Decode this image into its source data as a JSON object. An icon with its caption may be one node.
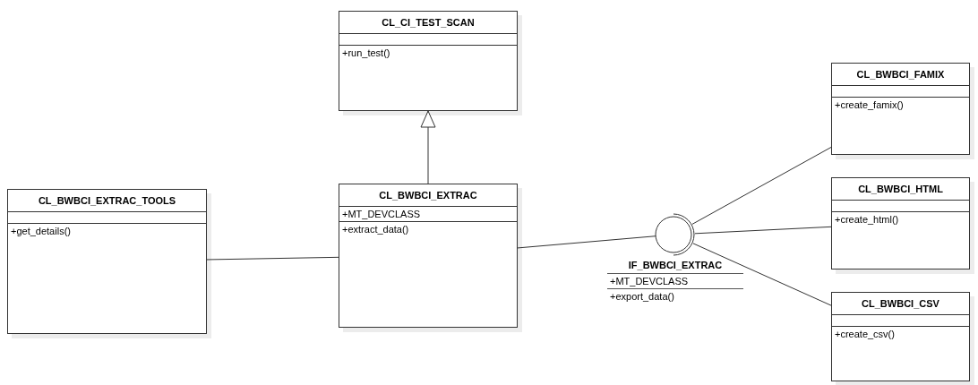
{
  "diagram": {
    "nodes": [
      {
        "text": [
          "CL_CI_TEST_SCAN",
          "+run_test()"
        ]
      },
      {
        "text": [
          "CL_BWBCI_EXTRAC_TOOLS",
          "+get_details()"
        ]
      },
      {
        "text": [
          "CL_BWBCI_EXTRAC",
          "+MT_DEVCLASS",
          "+extract_data()"
        ]
      },
      {
        "text": [
          "IF_BWBCI_EXTRAC",
          "+MT_DEVCLASS",
          "+export_data()"
        ]
      },
      {
        "text": [
          "CL_BWBCI_FAMIX",
          "+create_famix()"
        ]
      },
      {
        "text": [
          "CL_BWBCI_HTML",
          "+create_html()"
        ]
      },
      {
        "text": [
          "CL_BWBCI_CSV",
          "+create_csv()"
        ]
      }
    ],
    "edges": [
      {
        "from": 2,
        "to": 0,
        "arrow": "to"
      },
      {
        "from": 1,
        "to": 2,
        "arrow": "none"
      },
      {
        "from": 2,
        "to": 3,
        "arrow": "none"
      },
      {
        "from": 3,
        "to": 4,
        "arrow": "none"
      },
      {
        "from": 3,
        "to": 5,
        "arrow": "none"
      },
      {
        "from": 3,
        "to": 6,
        "arrow": "none"
      }
    ]
  }
}
